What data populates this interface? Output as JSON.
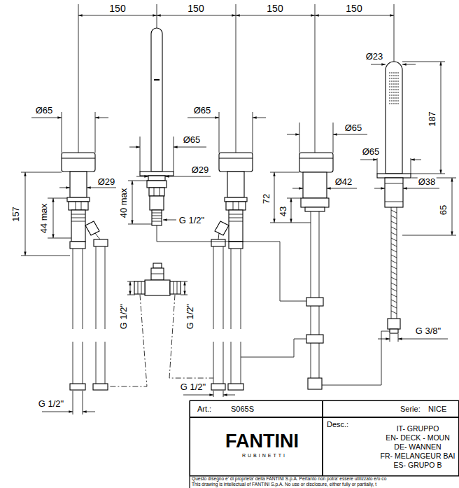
{
  "diagram": {
    "nodes": [
      {
        "text": [
          "Art.:",
          "S065S"
        ]
      },
      {
        "text": [
          "Serie:",
          "NICE"
        ]
      },
      {
        "text": [
          "FANTINI",
          "RUBINETTI"
        ]
      },
      {
        "text": [
          "Desc.:",
          "IT- GRUPPO",
          "EN- DECK - MOUN",
          "DE- WANNEN",
          "FR- MELANGEUR BAI",
          "ES- GRUPO B"
        ]
      }
    ],
    "labels": [
      "150",
      "150",
      "150",
      "150",
      "Ø23",
      "Ø65",
      "Ø65",
      "Ø65",
      "187",
      "Ø65",
      "Ø65",
      "Ø29",
      "Ø29",
      "Ø42",
      "Ø38",
      "157",
      "44 max",
      "40 max",
      "G 1/2\"",
      "72",
      "43",
      "65",
      "G 1/2\"",
      "G 1/2\"",
      "G 3/8\"",
      "G 1/2\"",
      "G 1/2\"",
      "Questo disegno e' di proprieta' della FANTINI S.p.A. Pertanto non potra' essere utilizzato e/o co",
      "This drawing is intellectual of FANTINI S.p.A. No use or disclosure, either fully or partially, t"
    ]
  }
}
